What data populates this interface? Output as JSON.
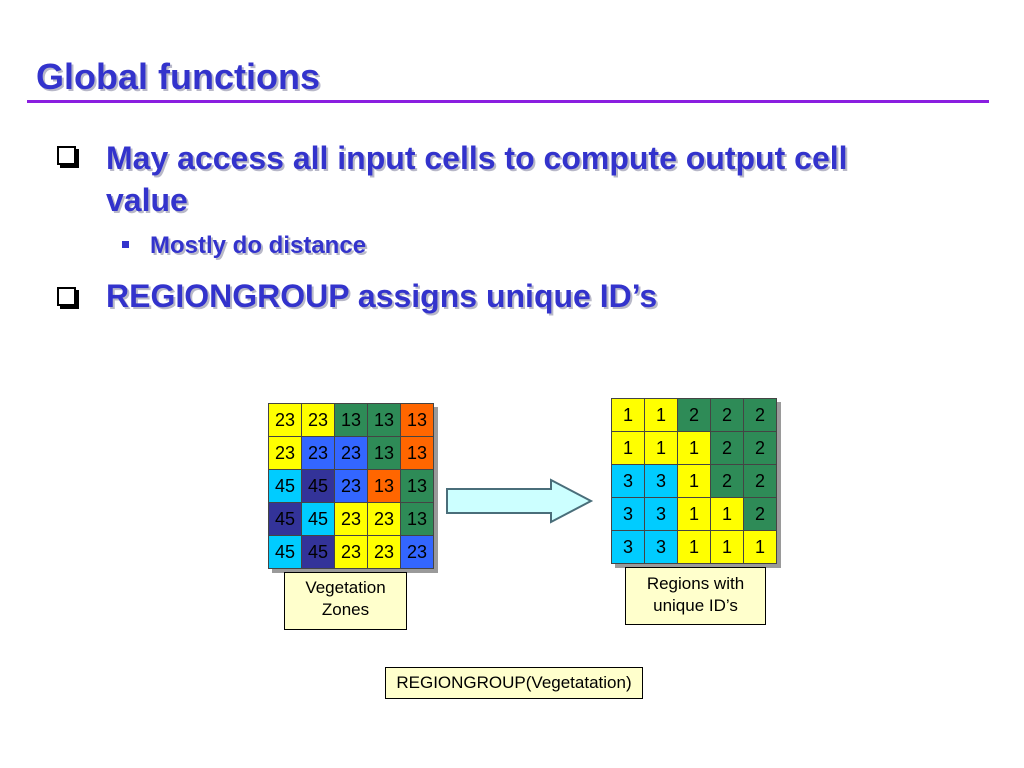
{
  "slide": {
    "title": "Global functions",
    "bullets": [
      "May access all input cells to compute output cell value",
      "Mostly do distance",
      "REGIONGROUP assigns unique ID’s"
    ]
  },
  "diagram": {
    "input_grid": {
      "label": "Vegetation Zones",
      "values": [
        [
          "23",
          "23",
          "13",
          "13",
          "13"
        ],
        [
          "23",
          "23",
          "23",
          "13",
          "13"
        ],
        [
          "45",
          "45",
          "23",
          "13",
          "13"
        ],
        [
          "45",
          "45",
          "23",
          "23",
          "13"
        ],
        [
          "45",
          "45",
          "23",
          "23",
          "23"
        ]
      ],
      "colors": [
        [
          "#ffff00",
          "#ffff00",
          "#2e8b57",
          "#2e8b57",
          "#ff6600"
        ],
        [
          "#ffff00",
          "#3366ff",
          "#3366ff",
          "#2e8b57",
          "#ff6600"
        ],
        [
          "#00ccff",
          "#333399",
          "#3366ff",
          "#ff6600",
          "#2e8b57"
        ],
        [
          "#333399",
          "#00ccff",
          "#ffff00",
          "#ffff00",
          "#2e8b57"
        ],
        [
          "#00ccff",
          "#333399",
          "#ffff00",
          "#ffff00",
          "#3366ff"
        ]
      ]
    },
    "output_grid": {
      "label": "Regions with unique ID’s",
      "values": [
        [
          "1",
          "1",
          "2",
          "2",
          "2"
        ],
        [
          "1",
          "1",
          "1",
          "2",
          "2"
        ],
        [
          "3",
          "3",
          "1",
          "2",
          "2"
        ],
        [
          "3",
          "3",
          "1",
          "1",
          "2"
        ],
        [
          "3",
          "3",
          "1",
          "1",
          "1"
        ]
      ],
      "colors": [
        [
          "#ffff00",
          "#ffff00",
          "#2e8b57",
          "#2e8b57",
          "#2e8b57"
        ],
        [
          "#ffff00",
          "#ffff00",
          "#ffff00",
          "#2e8b57",
          "#2e8b57"
        ],
        [
          "#00ccff",
          "#00ccff",
          "#ffff00",
          "#2e8b57",
          "#2e8b57"
        ],
        [
          "#00ccff",
          "#00ccff",
          "#ffff00",
          "#ffff00",
          "#2e8b57"
        ],
        [
          "#00ccff",
          "#00ccff",
          "#ffff00",
          "#ffff00",
          "#ffff00"
        ]
      ]
    },
    "function_call": "REGIONGROUP(Vegetatation)",
    "arrow_color": "#ccffff"
  }
}
